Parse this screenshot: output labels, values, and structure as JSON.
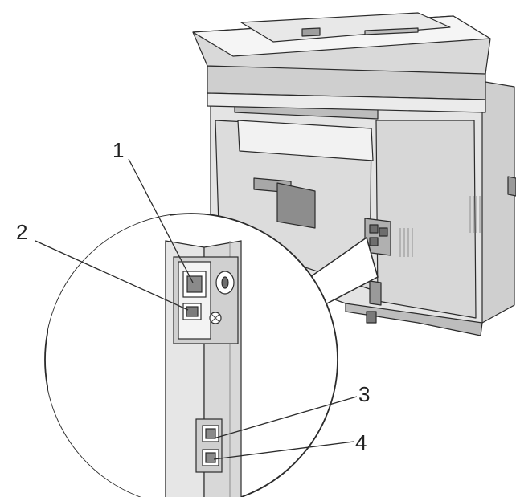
{
  "diagram": {
    "callouts": [
      {
        "id": "1",
        "label": "1"
      },
      {
        "id": "2",
        "label": "2"
      },
      {
        "id": "3",
        "label": "3"
      },
      {
        "id": "4",
        "label": "4"
      }
    ]
  },
  "colors": {
    "line": "#2b2b2b",
    "body_light": "#ececec",
    "body_mid": "#d6d6d6",
    "body_dark": "#9a9a9a",
    "shadow": "#b8b8b8",
    "background": "#ffffff"
  }
}
